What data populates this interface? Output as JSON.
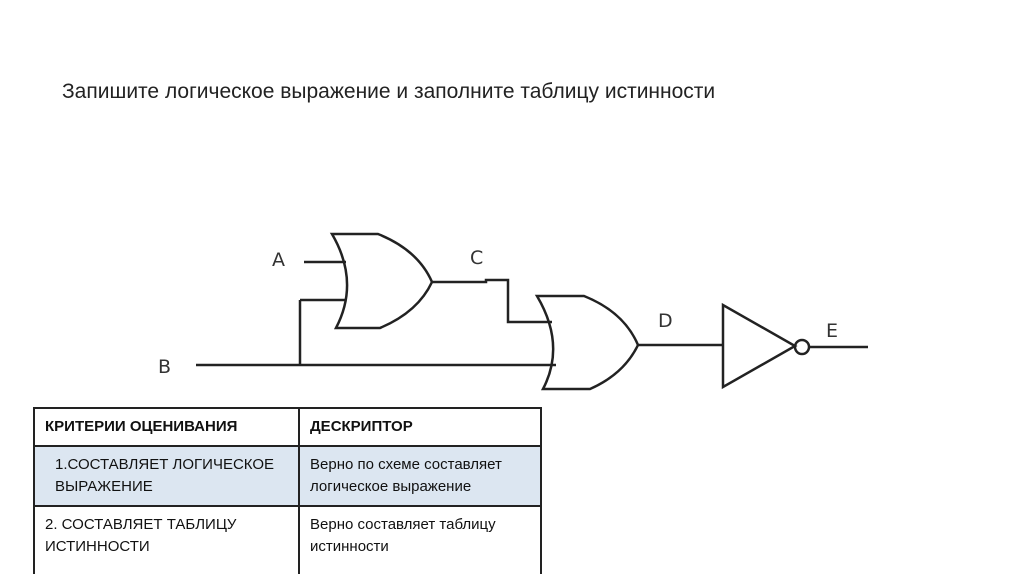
{
  "title": "Запишите логическое выражение и заполните таблицу истинности",
  "circuit": {
    "labels": {
      "a": "A",
      "b": "B",
      "c": "C",
      "d": "D",
      "e": "E"
    },
    "gates": [
      "or",
      "or",
      "not"
    ]
  },
  "table": {
    "headers": [
      "КРИТЕРИИ ОЦЕНИВАНИЯ",
      "ДЕСКРИПТОР"
    ],
    "rows": [
      {
        "criterion": "1.СОСТАВЛЯЕТ ЛОГИЧЕСКОЕ ВЫРАЖЕНИЕ",
        "descriptor": "Верно по схеме составляет логическое выражение"
      },
      {
        "criterion": "2. СОСТАВЛЯЕТ ТАБЛИЦУ ИСТИННОСТИ",
        "descriptor": "Верно составляет таблицу истинности"
      }
    ],
    "highlight_color": "#dce6f1"
  }
}
